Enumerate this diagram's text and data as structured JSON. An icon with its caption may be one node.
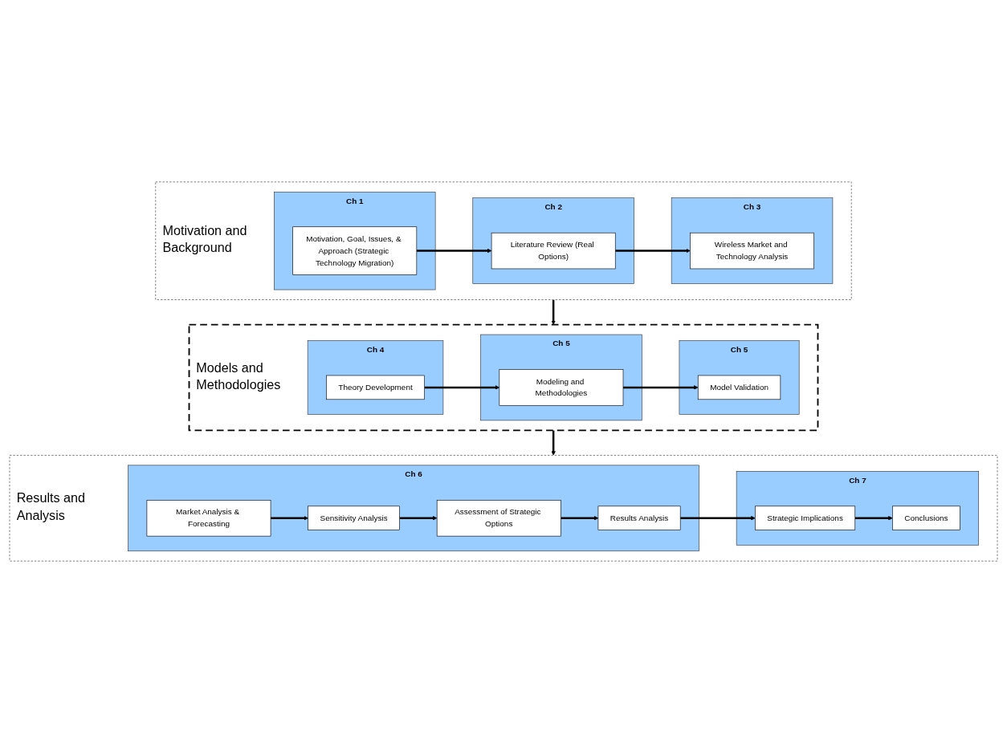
{
  "diagram": {
    "nodes": [
      {
        "text": [
          "Motivation and Background"
        ]
      },
      {
        "text": [
          "Ch 1"
        ],
        "in": 0
      },
      {
        "text": [
          "Motivation, Goal, Issues, & Approach (Strategic Technology Migration)"
        ],
        "in": 1
      },
      {
        "text": [
          "Ch 2"
        ],
        "in": 0
      },
      {
        "text": [
          "Literature Review (Real Options)"
        ],
        "in": 3
      },
      {
        "text": [
          "Ch 3"
        ],
        "in": 0
      },
      {
        "text": [
          "Wireless Market and Technology Analysis"
        ],
        "in": 5
      },
      {
        "text": [
          "Models and Methodologies"
        ]
      },
      {
        "text": [
          "Ch 4"
        ],
        "in": 7
      },
      {
        "text": [
          "Theory Development"
        ],
        "in": 8
      },
      {
        "text": [
          "Ch 5"
        ],
        "in": 7
      },
      {
        "text": [
          "Modeling and Methodologies"
        ],
        "in": 10
      },
      {
        "text": [
          "Ch 5"
        ],
        "in": 7
      },
      {
        "text": [
          "Model Validation"
        ],
        "in": 12
      },
      {
        "text": [
          "Results and Analysis"
        ]
      },
      {
        "text": [
          "Ch 6"
        ],
        "in": 14
      },
      {
        "text": [
          "Market Analysis & Forecasting"
        ],
        "in": 15
      },
      {
        "text": [
          "Results Analysis"
        ],
        "in": 15
      },
      {
        "text": [
          "Sensitivity Analysis"
        ],
        "in": 15
      },
      {
        "text": [
          "Assessment of Strategic Options"
        ],
        "in": 15
      },
      {
        "text": [
          "Ch 7"
        ],
        "in": 14
      },
      {
        "text": [
          "Strategic Implications"
        ],
        "in": 20
      },
      {
        "text": [
          "Conclusions"
        ],
        "in": 20
      }
    ],
    "edges": [
      {
        "from": 2,
        "to": 4,
        "arrow": "to"
      },
      {
        "from": 4,
        "to": 6,
        "arrow": "to"
      },
      {
        "from": 0,
        "to": 7,
        "arrow": "to"
      },
      {
        "from": 7,
        "to": 14,
        "arrow": "to"
      },
      {
        "from": 9,
        "to": 11,
        "arrow": "to"
      },
      {
        "from": 11,
        "to": 13,
        "arrow": "to"
      },
      {
        "from": 16,
        "to": 18,
        "arrow": "to"
      },
      {
        "from": 18,
        "to": 19,
        "arrow": "to"
      },
      {
        "from": 19,
        "to": 17,
        "arrow": "to"
      },
      {
        "from": 17,
        "to": 21,
        "arrow": "to"
      },
      {
        "from": 21,
        "to": 22,
        "arrow": "to"
      }
    ]
  }
}
